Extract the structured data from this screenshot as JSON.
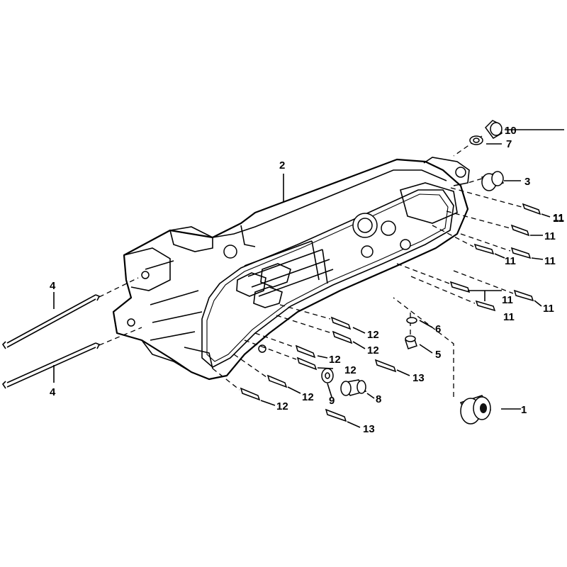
{
  "callouts": {
    "c1": "1",
    "c2": "2",
    "c3": "3",
    "c4a": "4",
    "c4b": "4",
    "c5": "5",
    "c6": "6",
    "c7": "7",
    "c8": "8",
    "c9": "9",
    "c10": "10",
    "c11a": "11",
    "c11b": "11",
    "c11c": "11",
    "c11d": "11",
    "c11e": "11",
    "c11f": "11",
    "c11g": "11",
    "c11h": "11",
    "c12a": "12",
    "c12b": "12",
    "c12c": "12",
    "c12d": "12",
    "c12e": "12",
    "c12f": "12",
    "c13a": "13",
    "c13b": "13"
  }
}
